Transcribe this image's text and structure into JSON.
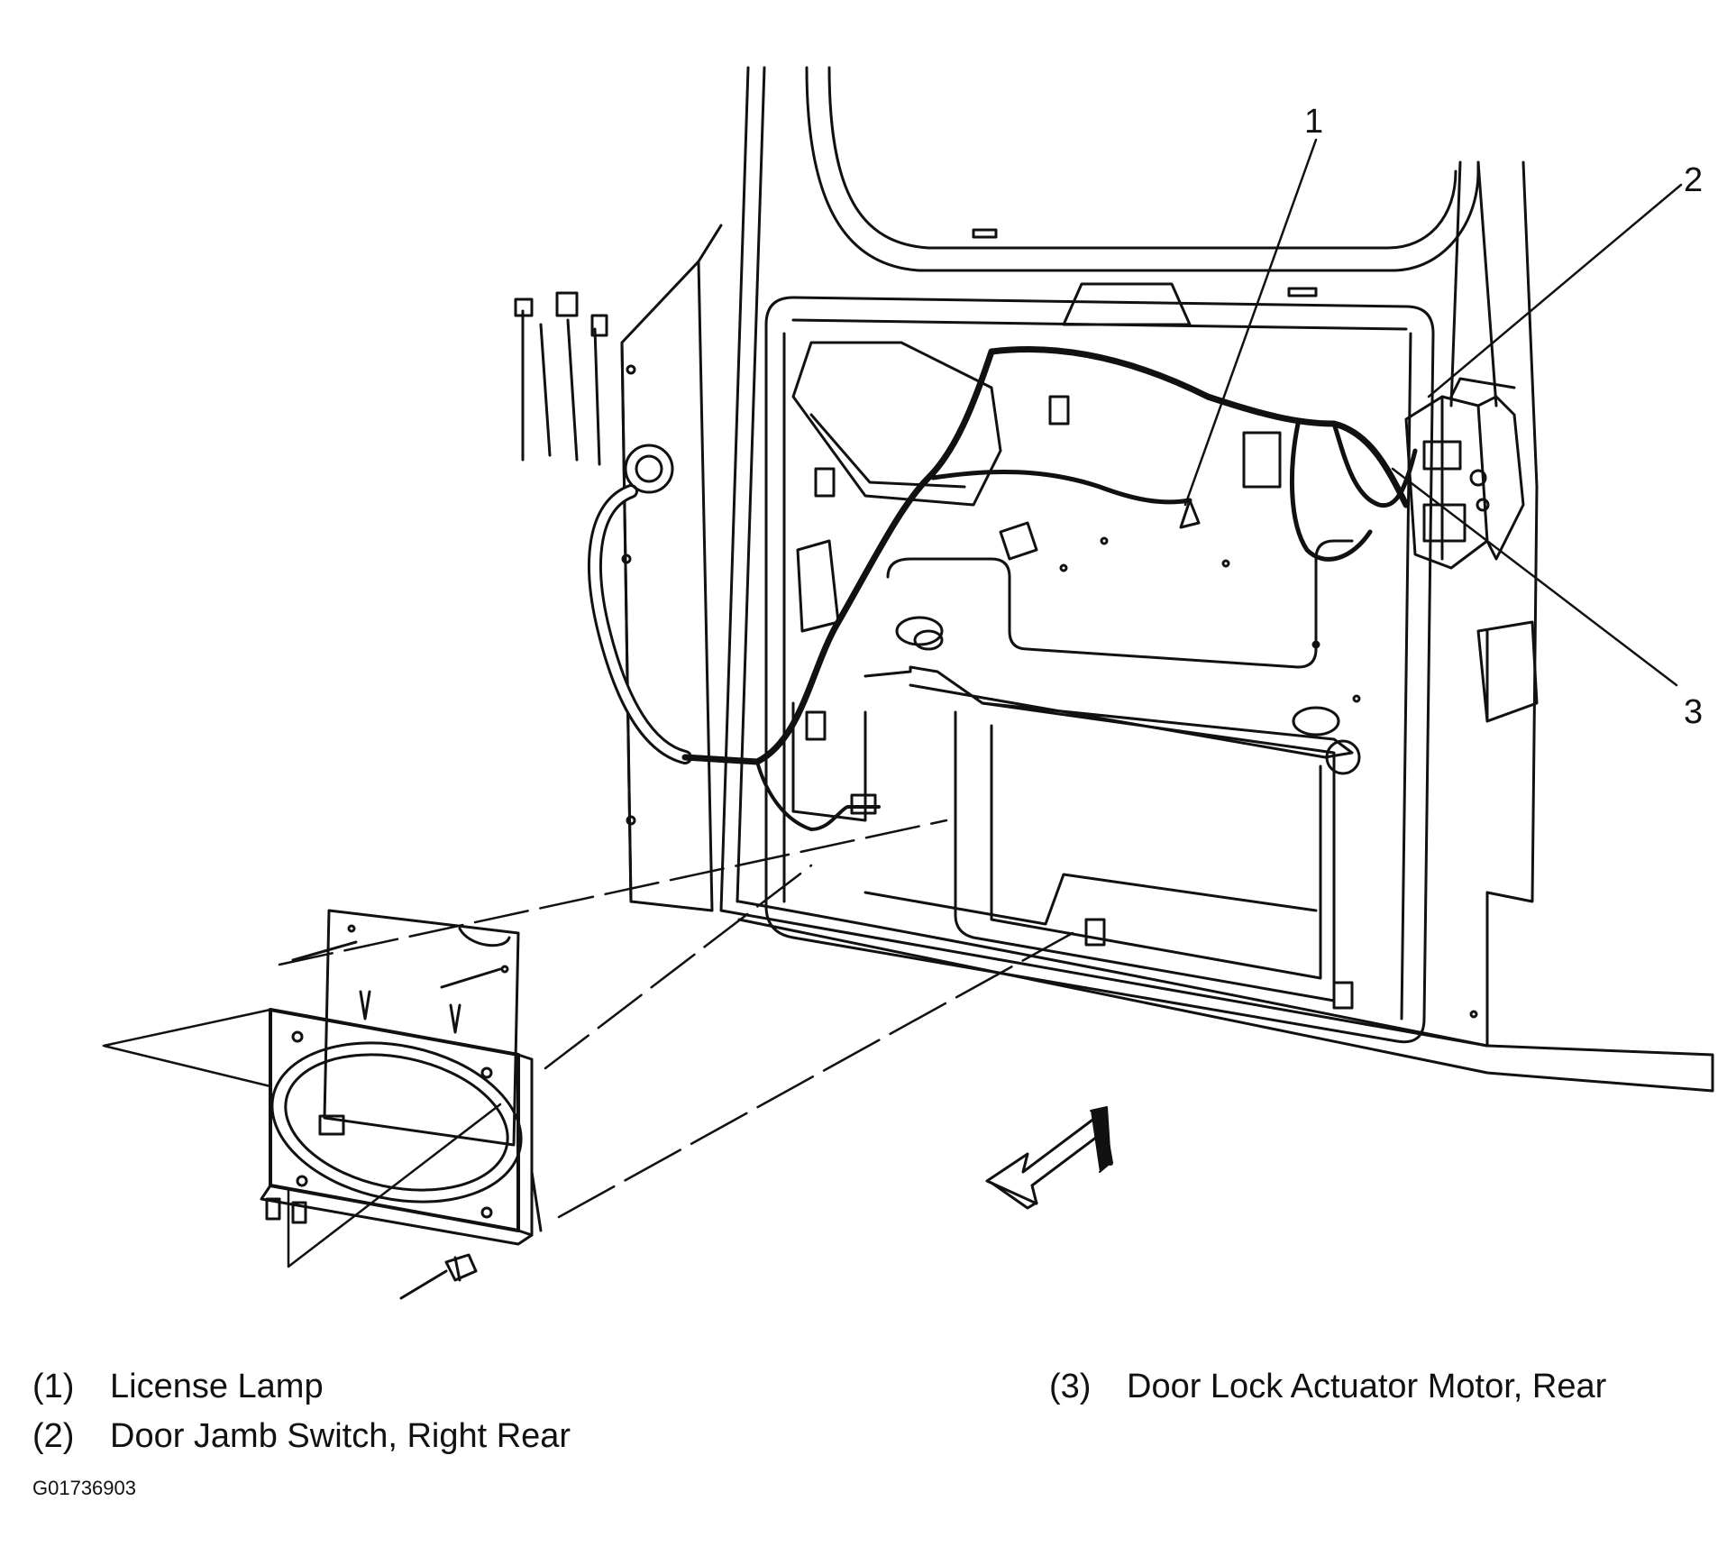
{
  "callouts": [
    {
      "number": "1",
      "label": "License Lamp"
    },
    {
      "number": "2",
      "label": "Door Jamb Switch, Right Rear"
    },
    {
      "number": "3",
      "label": "Door Lock Actuator Motor, Rear"
    }
  ],
  "legend": [
    {
      "number": "(1)",
      "label": "License Lamp"
    },
    {
      "number": "(2)",
      "label": "Door Jamb Switch, Right Rear"
    },
    {
      "number": "(3)",
      "label": "Door Lock Actuator Motor, Rear"
    }
  ],
  "figure_id": "G01736903",
  "colors": {
    "ink": "#111111",
    "background": "#ffffff"
  }
}
